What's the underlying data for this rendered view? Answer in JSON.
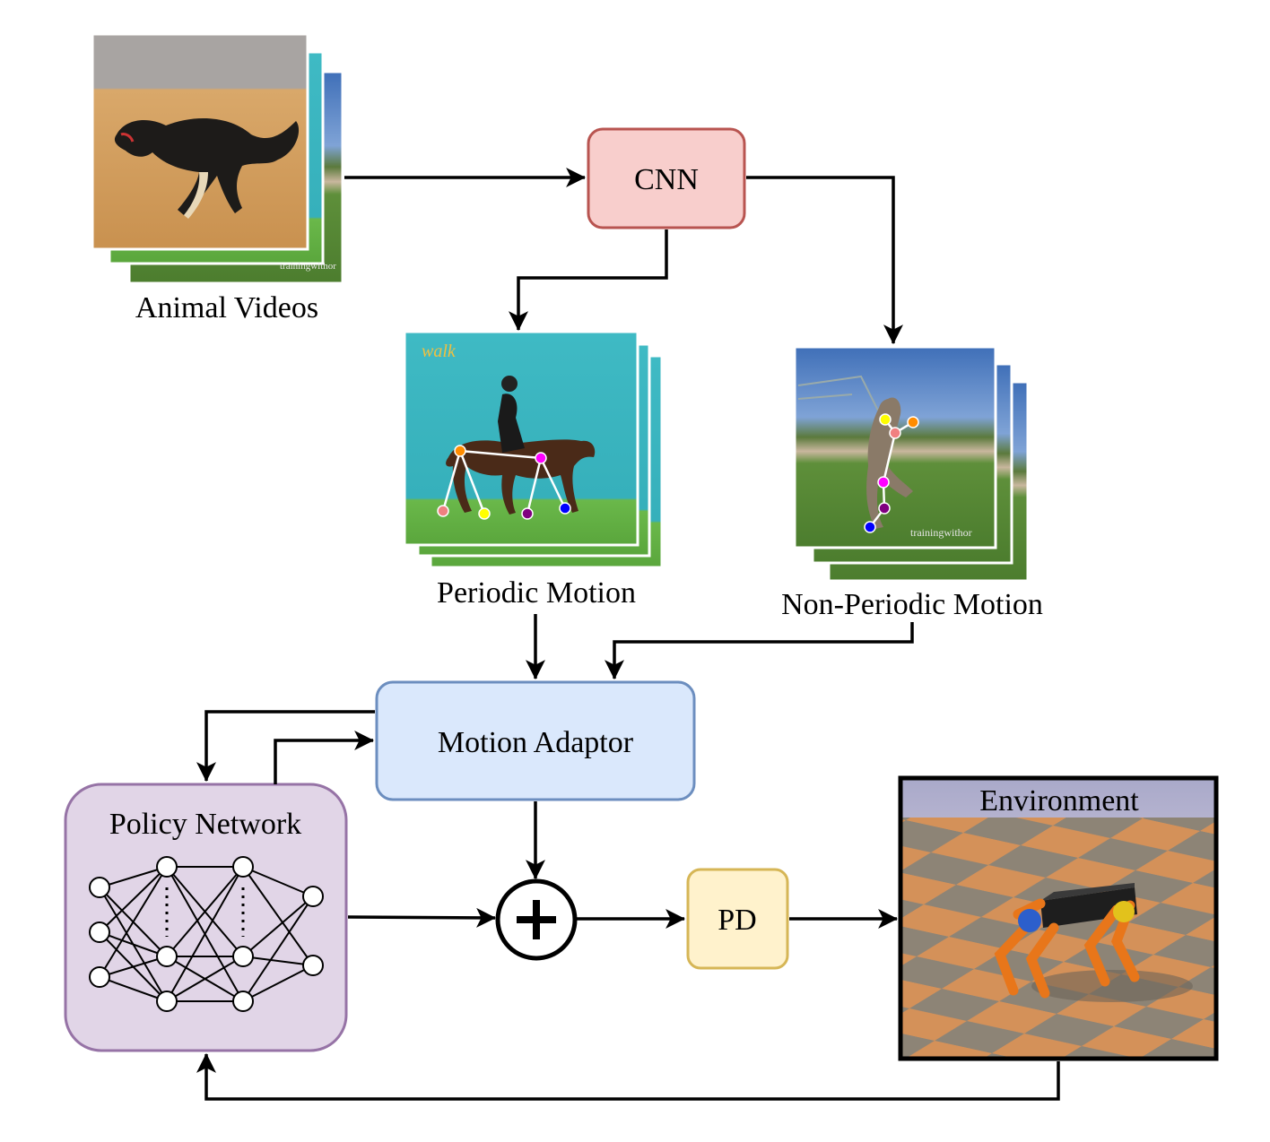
{
  "nodes": {
    "cnn": {
      "label": "CNN",
      "fill": "#f8cecc",
      "stroke": "#b85450"
    },
    "motion_adaptor": {
      "label": "Motion Adaptor",
      "fill": "#dae8fc",
      "stroke": "#6c8ebf"
    },
    "policy_network": {
      "label": "Policy Network",
      "fill": "#e1d5e7",
      "stroke": "#9673a6"
    },
    "pd": {
      "label": "PD",
      "fill": "#fff2cc",
      "stroke": "#d6b656"
    },
    "environment": {
      "label": "Environment",
      "header_fill": "#a9a9c9"
    },
    "sum": {
      "symbol": "+"
    }
  },
  "images": {
    "animal_videos": {
      "caption": "Animal Videos",
      "content": "dog running on sand"
    },
    "periodic_motion": {
      "caption": "Periodic Motion",
      "content": "horse and rider with keypoints",
      "overlay_text": "walk"
    },
    "non_periodic_motion": {
      "caption": "Non-Periodic Motion",
      "content": "dog jumping on grass with keypoints",
      "watermark": "trainingwithor"
    }
  },
  "edges": [
    {
      "from": "animal_videos",
      "to": "cnn"
    },
    {
      "from": "cnn",
      "to": "periodic_motion"
    },
    {
      "from": "cnn",
      "to": "non_periodic_motion"
    },
    {
      "from": "periodic_motion",
      "to": "motion_adaptor"
    },
    {
      "from": "non_periodic_motion",
      "to": "motion_adaptor"
    },
    {
      "from": "motion_adaptor",
      "to": "policy_network"
    },
    {
      "from": "policy_network",
      "to": "motion_adaptor"
    },
    {
      "from": "motion_adaptor",
      "to": "sum"
    },
    {
      "from": "policy_network",
      "to": "sum"
    },
    {
      "from": "sum",
      "to": "pd"
    },
    {
      "from": "pd",
      "to": "environment"
    },
    {
      "from": "environment",
      "to": "policy_network"
    }
  ],
  "keypoint_colors": [
    "#f08080",
    "#ff8c00",
    "#ffff00",
    "#ff00ff",
    "#800080",
    "#0000ff"
  ]
}
